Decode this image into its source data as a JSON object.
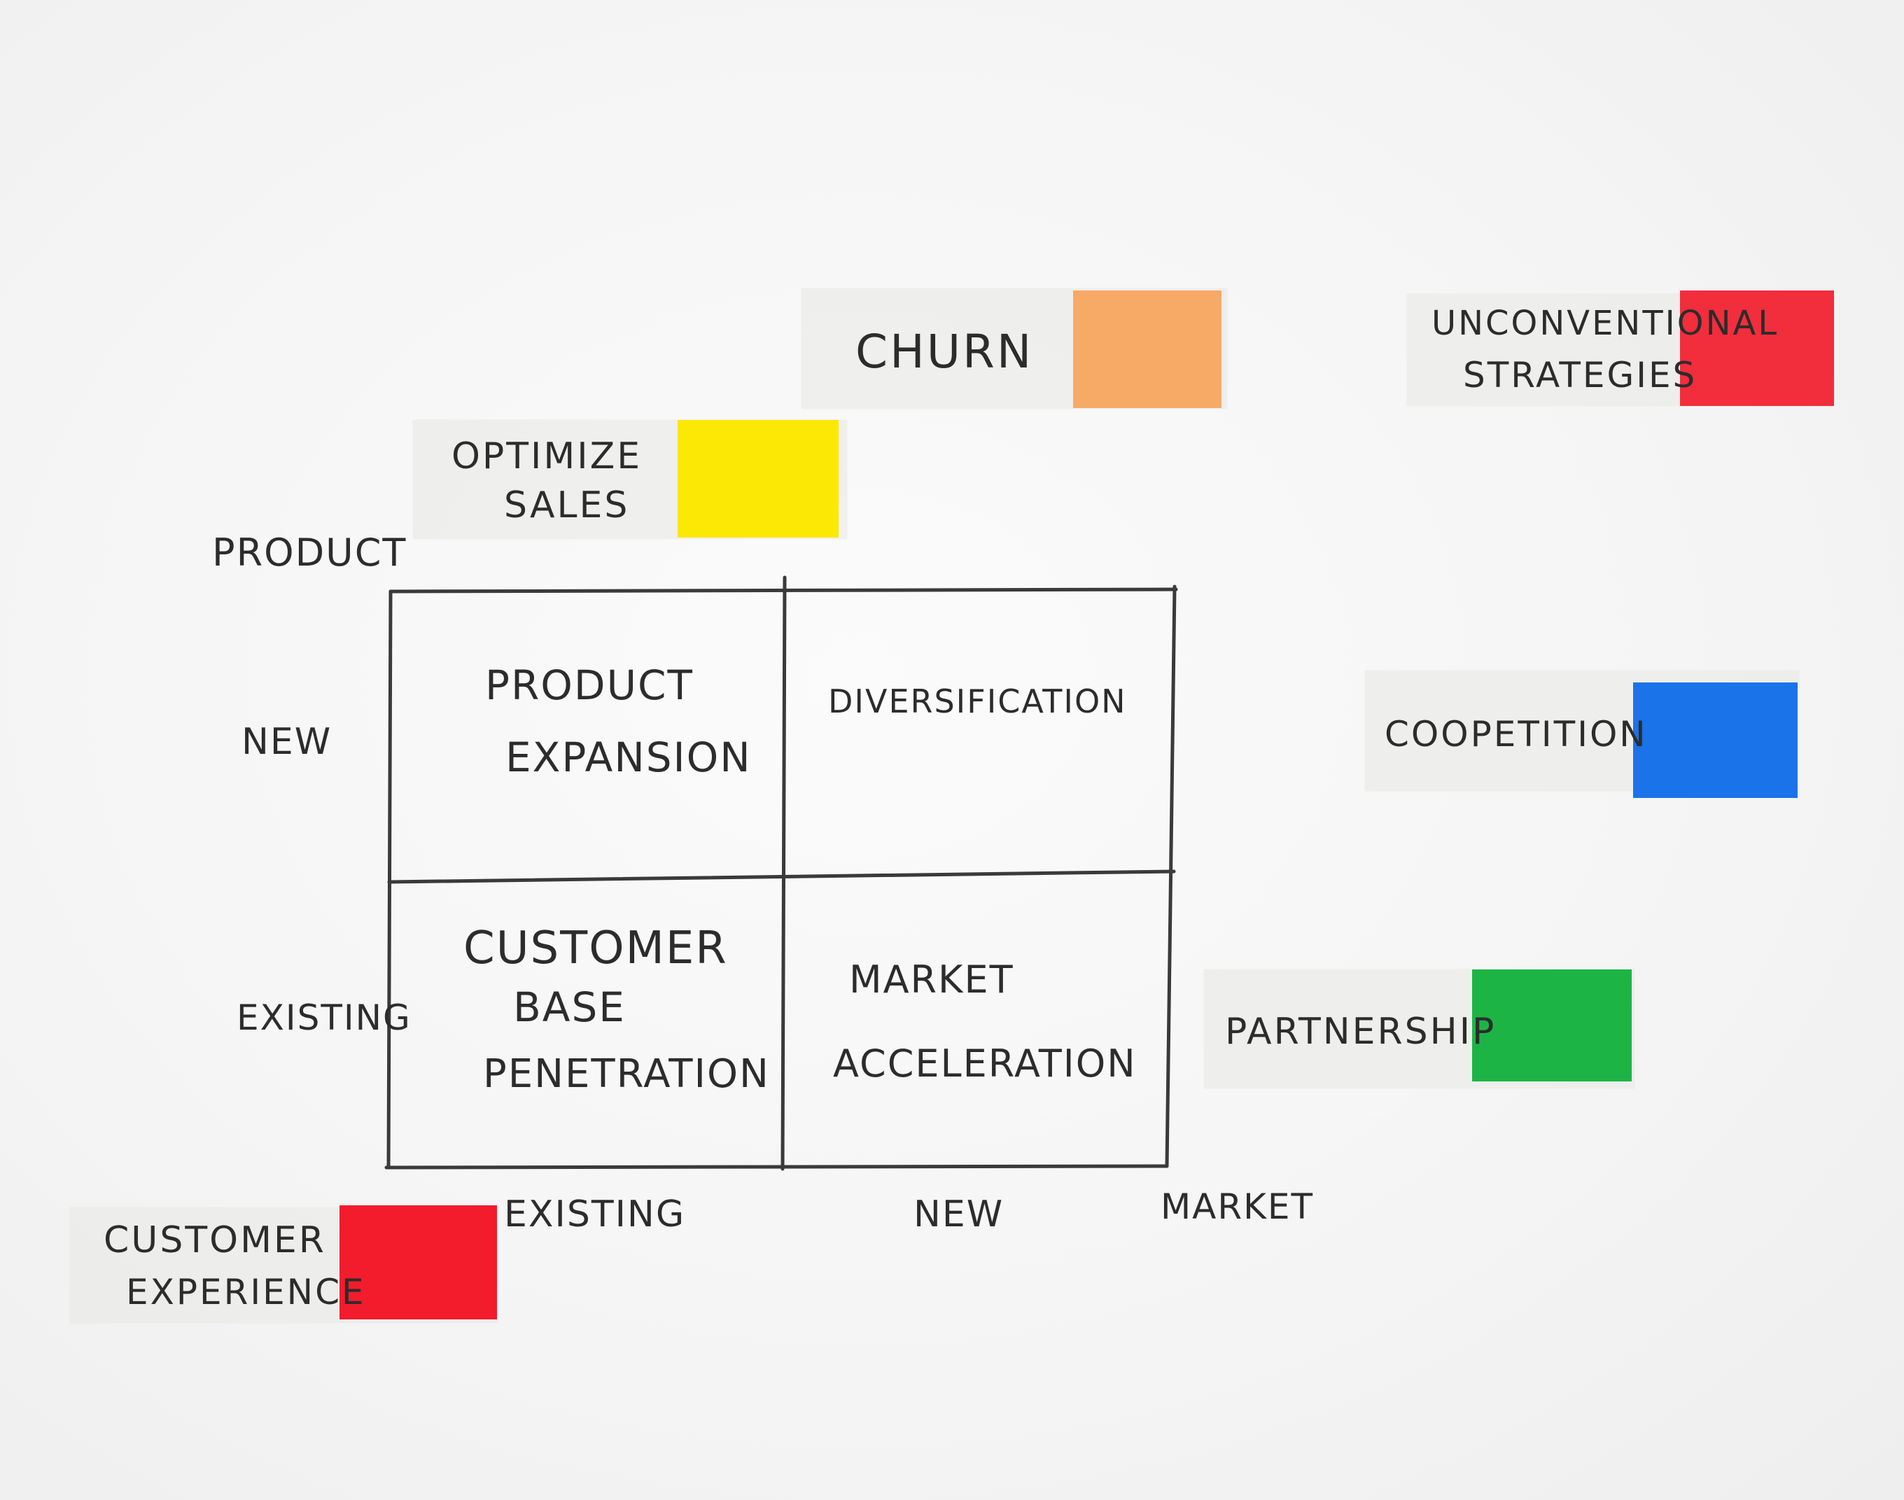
{
  "axes": {
    "y_title": "Product",
    "y_new": "New",
    "y_existing": "Existing",
    "x_existing": "Existing",
    "x_new": "New",
    "x_title": "Market"
  },
  "quadrants": {
    "top_left": [
      "Product",
      "Expansion"
    ],
    "top_right": [
      "Diversification"
    ],
    "bottom_left": [
      "Customer",
      "Base",
      "Penetration"
    ],
    "bottom_right": [
      "Market",
      "Acceleration"
    ]
  },
  "stickies": [
    {
      "lines": [
        "Churn"
      ],
      "color": "#f7a45f"
    },
    {
      "lines": [
        "Unconventional",
        "Strategies"
      ],
      "color": "#f21c2c"
    },
    {
      "lines": [
        "Optimize",
        "Sales"
      ],
      "color": "#fbe805"
    },
    {
      "lines": [
        "Coopetition"
      ],
      "color": "#1a73e8"
    },
    {
      "lines": [
        "Partnership"
      ],
      "color": "#1cb545"
    },
    {
      "lines": [
        "Customer",
        "Experience"
      ],
      "color": "#f21c2c"
    }
  ]
}
